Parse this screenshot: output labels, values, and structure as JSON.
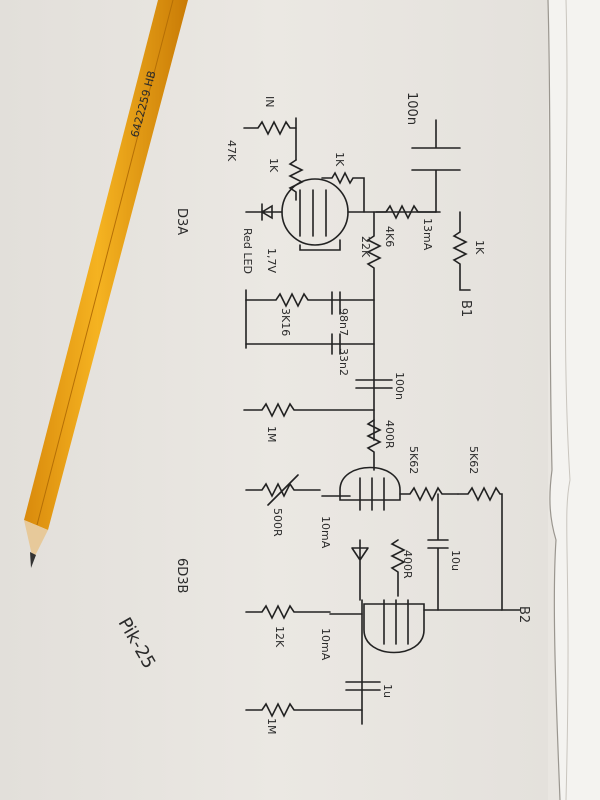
{
  "pencil": {
    "imprint": "6422259 HB"
  },
  "schematic": {
    "title": "Pik-25",
    "tube_1": "D3A",
    "tube_2": "6D3B",
    "labels": {
      "in": "IN",
      "cap_input": "100n",
      "r_47k": "47K",
      "r_1k_grid": "1K",
      "r_1k_small": "1K",
      "led": "Red LED",
      "led_voltage": "1,7V",
      "r_4k6": "4K6",
      "current_1": "13mA",
      "r_1k_b1": "1K",
      "b1": "B1",
      "r_22k": "22K",
      "r_3k16": "3K16",
      "cap_98n7": "98n7",
      "cap_33n2": "33n2",
      "cap_100n": "100n",
      "r_1m_a": "1M",
      "r_400r_a": "400R",
      "r_5k62_a": "5K62",
      "r_5k62_b": "5K62",
      "pot_500r": "500R",
      "current_2": "10mA",
      "r_400r_b": "400R",
      "cap_10u": "10u",
      "b2": "B2",
      "r_12k": "12K",
      "current_3": "10mA",
      "cap_1u": "1u",
      "r_1m_b": "1M"
    }
  }
}
